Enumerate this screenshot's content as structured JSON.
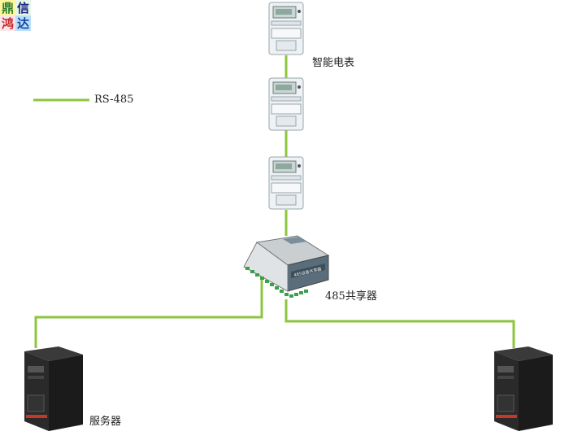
{
  "logo": {
    "chars": [
      "鼎",
      "信",
      "鸿",
      "达"
    ]
  },
  "legend": {
    "label": "RS-485",
    "color": "#8cc63f"
  },
  "labels": {
    "meter": "智能电表",
    "sharer": "485共享器",
    "server": "服务器"
  },
  "device": {
    "front_text": "485设备共享器"
  },
  "colors": {
    "wire": "#8cc63f",
    "server_body": "#1b1b1b",
    "server_accent": "#c0392b",
    "meter_body": "#eef2f4"
  },
  "icons": [
    "smart-meter-icon",
    "485-sharer-icon",
    "server-tower-icon"
  ]
}
